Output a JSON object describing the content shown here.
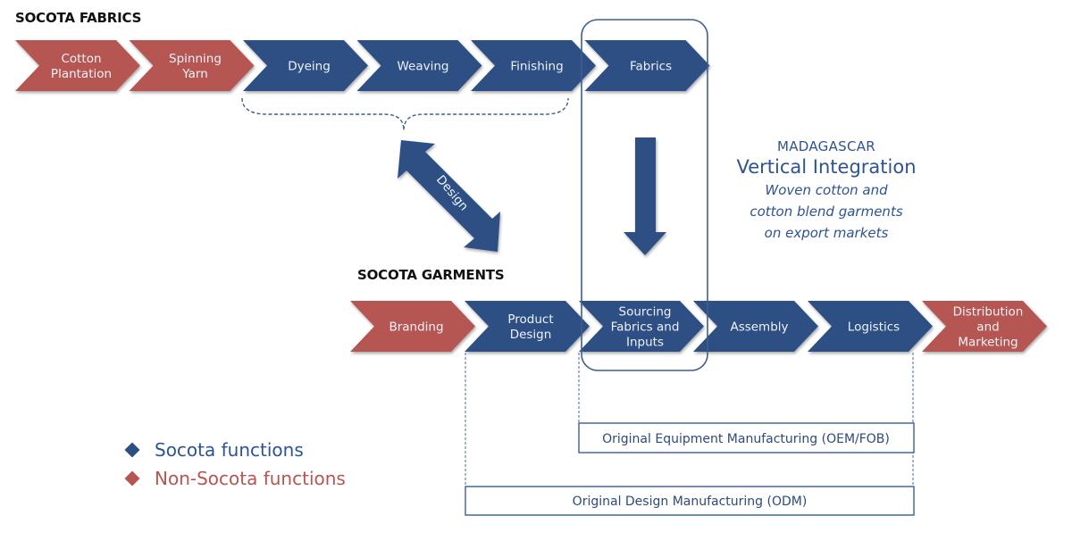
{
  "colors": {
    "socota": "#2d4f83",
    "non_socota": "#b55652",
    "text_blue": "#2d5391",
    "outline": "#3f5e8e"
  },
  "fabrics": {
    "heading": "SOCOTA FABRICS",
    "steps": [
      {
        "lines": [
          "Cotton",
          "Plantation"
        ],
        "type": "non_socota"
      },
      {
        "lines": [
          "Spinning",
          "Yarn"
        ],
        "type": "non_socota"
      },
      {
        "lines": [
          "Dyeing"
        ],
        "type": "socota"
      },
      {
        "lines": [
          "Weaving"
        ],
        "type": "socota"
      },
      {
        "lines": [
          "Finishing"
        ],
        "type": "socota"
      },
      {
        "lines": [
          "Fabrics"
        ],
        "type": "socota"
      }
    ]
  },
  "garments": {
    "heading": "SOCOTA GARMENTS",
    "steps": [
      {
        "lines": [
          "Branding"
        ],
        "type": "non_socota"
      },
      {
        "lines": [
          "Product",
          "Design"
        ],
        "type": "socota"
      },
      {
        "lines": [
          "Sourcing",
          "Fabrics and",
          "Inputs"
        ],
        "type": "socota"
      },
      {
        "lines": [
          "Assembly"
        ],
        "type": "socota"
      },
      {
        "lines": [
          "Logistics"
        ],
        "type": "socota"
      },
      {
        "lines": [
          "Distribution",
          "and",
          "Marketing"
        ],
        "type": "non_socota"
      }
    ]
  },
  "design_arrow_label": "Design",
  "integration": {
    "country": "MADAGASCAR",
    "title": "Vertical Integration",
    "subtitle_lines": [
      "Woven cotton and",
      "cotton blend garments",
      "on export markets"
    ]
  },
  "scopes": {
    "oem": "Original Equipment Manufacturing (OEM/FOB)",
    "odm": "Original Design Manufacturing (ODM)"
  },
  "legend": [
    {
      "label": "Socota functions",
      "type": "socota"
    },
    {
      "label": "Non-Socota functions",
      "type": "non_socota"
    }
  ]
}
